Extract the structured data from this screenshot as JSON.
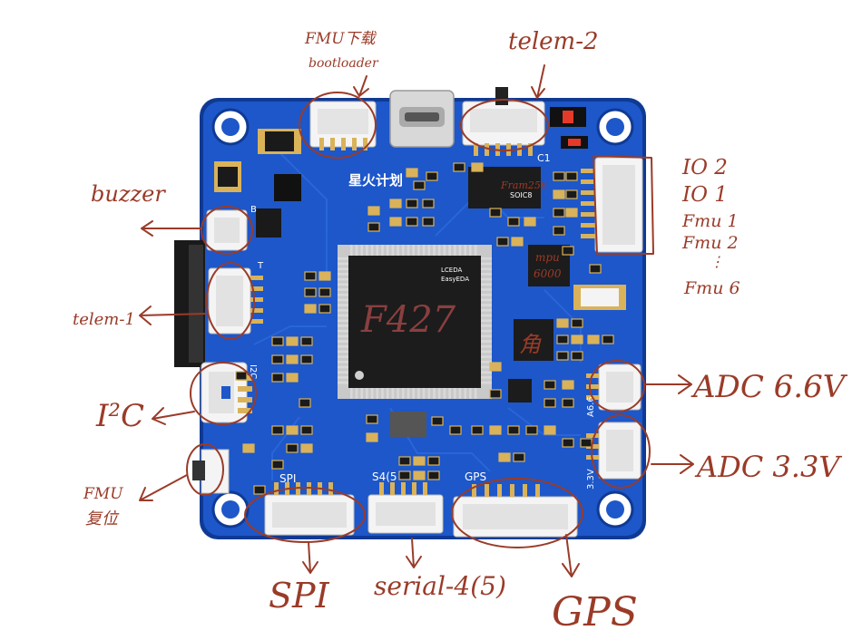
{
  "board": {
    "silkscreen": {
      "logo": "星火计划",
      "lceda": "LCEDA",
      "easyeda": "EasyEDA",
      "soic8": "SOIC8",
      "spi": "SPI",
      "s4": "S4(5",
      "gps": "GPS",
      "i2c": "I2C",
      "a6": "A6.6",
      "a33": "3.3V",
      "c1": "C1",
      "t": "T",
      "b": "B"
    }
  },
  "annotations": {
    "fmu_download": "FMU下载",
    "bootloader": "bootloader",
    "telem2": "telem-2",
    "buzzer": "buzzer",
    "io2": "IO 2",
    "io1": "IO 1",
    "fmu1": "Fmu 1",
    "fmu2": "Fmu 2",
    "dots": "⋮",
    "fmu6": "Fmu 6",
    "telem1": "telem-1",
    "i2c": "I²C",
    "adc66": "ADC 6.6V",
    "adc33": "ADC 3.3V",
    "fmu_reset_1": "FMU",
    "fmu_reset_2": "复位",
    "spi": "SPI",
    "serial": "serial-4(5)",
    "gps": "GPS",
    "f427": "F427",
    "mpu_top": "mpu",
    "mpu_bottom": "6000",
    "fram": "Fram256",
    "angle": "角"
  },
  "colors": {
    "pcb": "#1d57c9",
    "pcb_edge": "#0f3a94",
    "ink": "#9a3b28",
    "connector": "#f4f4f4",
    "pad": "#d9b25a",
    "chip": "#1c1c1c"
  }
}
